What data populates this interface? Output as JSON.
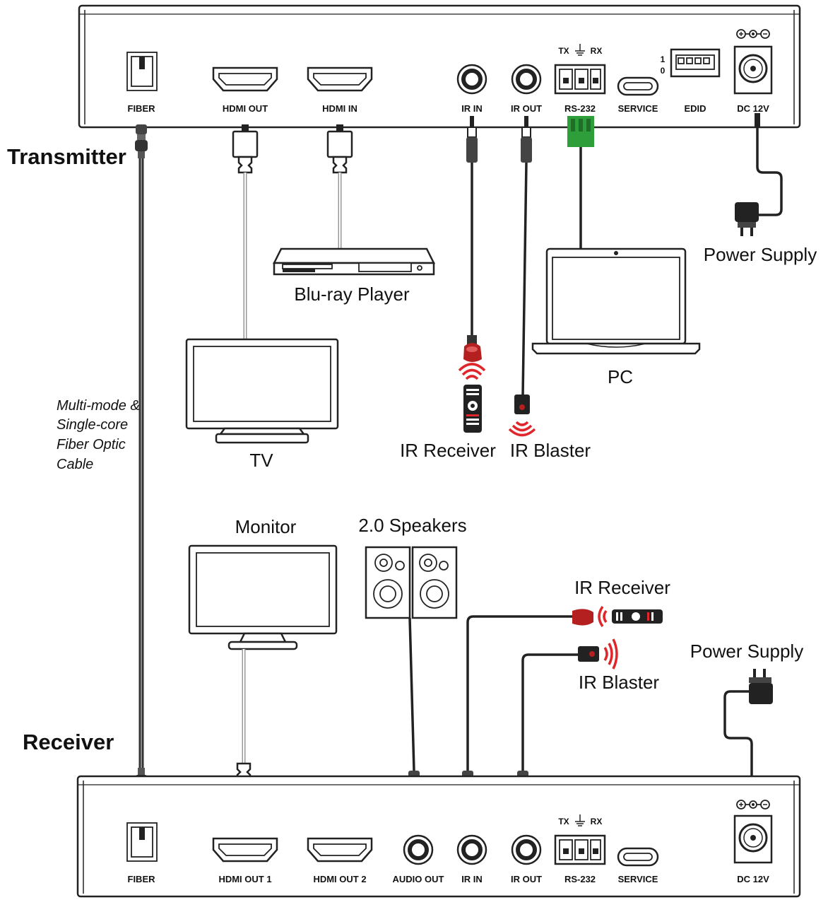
{
  "transmitter": {
    "title": "Transmitter",
    "ports": {
      "fiber": "FIBER",
      "hdmi_out": "HDMI OUT",
      "hdmi_in": "HDMI IN",
      "ir_in": "IR IN",
      "ir_out": "IR OUT",
      "rs232": "RS-232",
      "service": "SERVICE",
      "edid": "EDID",
      "dc": "DC 12V"
    },
    "rs232_tx": "TX",
    "rs232_rx": "RX",
    "edid_1": "1",
    "edid_0": "0"
  },
  "receiver": {
    "title": "Receiver",
    "ports": {
      "fiber": "FIBER",
      "hdmi_out_1": "HDMI OUT 1",
      "hdmi_out_2": "HDMI OUT 2",
      "audio_out": "AUDIO OUT",
      "ir_in": "IR IN",
      "ir_out": "IR OUT",
      "rs232": "RS-232",
      "service": "SERVICE",
      "dc": "DC 12V"
    },
    "rs232_tx": "TX",
    "rs232_rx": "RX"
  },
  "devices": {
    "bluray": "Blu-ray Player",
    "tv": "TV",
    "pc": "PC",
    "power_top": "Power Supply",
    "ir_receiver_top": "IR Receiver",
    "ir_blaster_top": "IR Blaster",
    "monitor": "Monitor",
    "speakers": "2.0 Speakers",
    "ir_receiver_bottom": "IR Receiver",
    "ir_blaster_bottom": "IR Blaster",
    "power_bottom": "Power Supply"
  },
  "fiber_note": [
    "Multi-mode &",
    "Single-core",
    "Fiber Optic",
    "Cable"
  ],
  "colors": {
    "ir_red": "#e0262a",
    "terminal_green": "#2e9e3a",
    "receiver_red": "#b3201f"
  }
}
